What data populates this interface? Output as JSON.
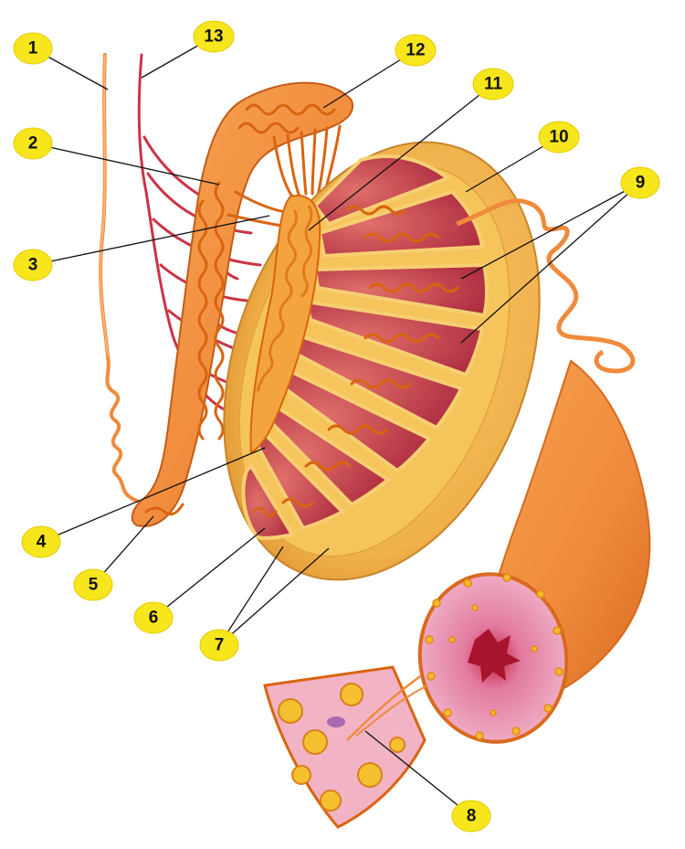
{
  "labels": [
    "1",
    "2",
    "3",
    "4",
    "5",
    "6",
    "7",
    "8",
    "9",
    "10",
    "11",
    "12",
    "13"
  ],
  "colors": {
    "badge": "#f8e61c",
    "tissue_orange": "#f08a3c",
    "lobule_red": "#b8293f",
    "tunica_yellow": "#f5c45a",
    "vessel_red": "#cc3346",
    "tubule_section": "#f4a6c2"
  }
}
